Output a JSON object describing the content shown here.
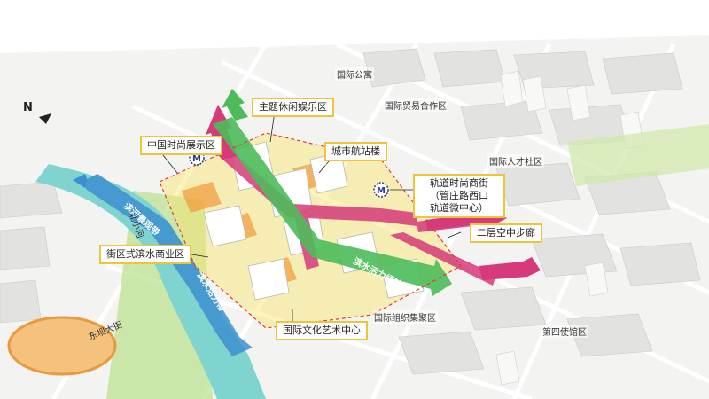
{
  "map": {
    "labels": {
      "theme_leisure": "主题休闲娱乐区",
      "china_fashion": "中国时尚展示区",
      "city_terminal": "城市航站楼",
      "rail_street_line1": "轨道时尚商街",
      "rail_street_line2": "（管庄路西口",
      "rail_street_line3": "轨道微中心）",
      "skywalk": "二层空中步廊",
      "waterfront": "街区式滨水商业区",
      "culture_center": "国际文化艺术中心",
      "intl_apartment": "国际公寓",
      "intl_trade": "国际贸易合作区",
      "intl_talent": "国际人才社区",
      "intl_org": "国际组织集聚区",
      "embassy": "第四使馆区",
      "dongba_street": "东坝大街",
      "beixiao_river": "北小河"
    },
    "corridors": {
      "green_axis": "滨水活力绿轴",
      "blue_axis_1": "滨水活力带",
      "blue_axis_2": "滨河景观带",
      "vertical_text": "滨水"
    },
    "compass": "N",
    "metro_symbol": "M",
    "colors": {
      "magenta": "#d63a7a",
      "green": "#4dbb5a",
      "blue": "#3d8fd0",
      "yellow": "#f2d23a",
      "orange": "#f29b3a",
      "river": "#7fd4d0",
      "label_border": "#f0c43a"
    }
  }
}
